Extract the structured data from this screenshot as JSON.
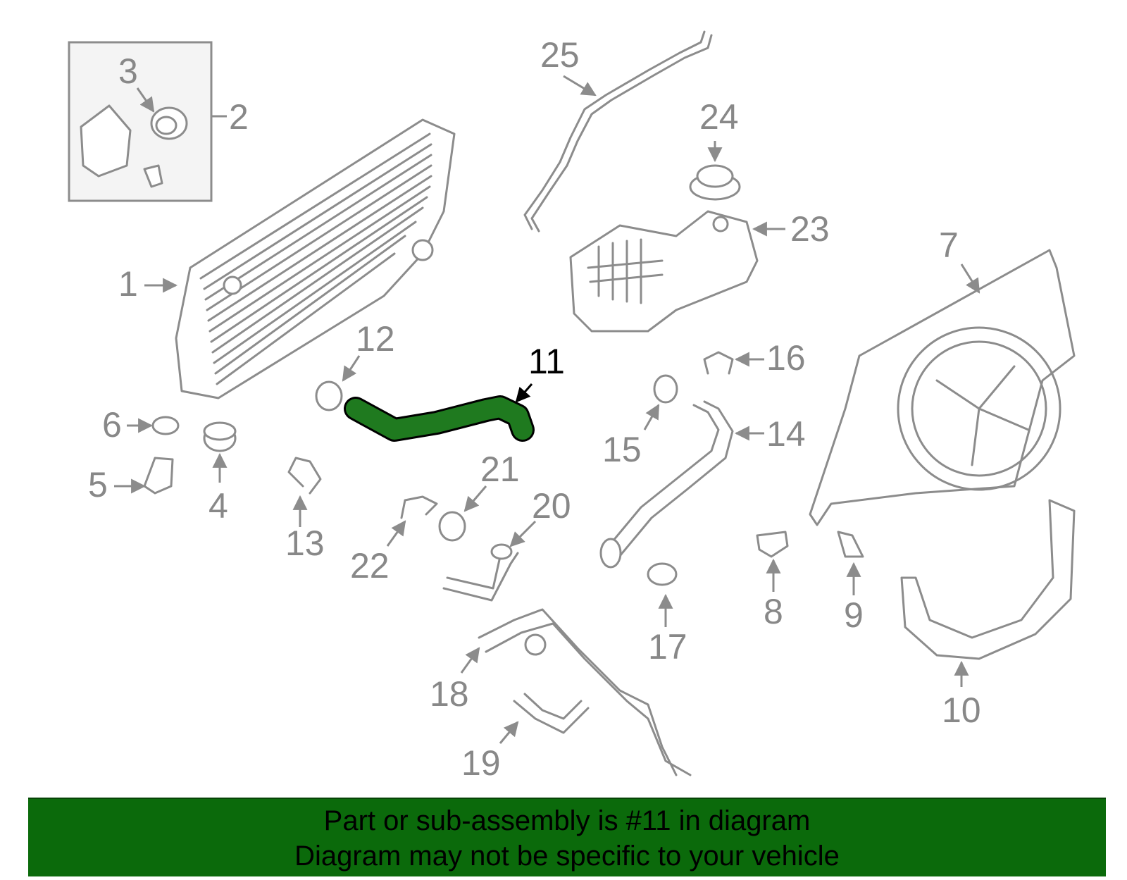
{
  "diagram": {
    "callouts": [
      "1",
      "2",
      "3",
      "4",
      "5",
      "6",
      "7",
      "8",
      "9",
      "10",
      "11",
      "12",
      "13",
      "14",
      "15",
      "16",
      "17",
      "18",
      "19",
      "20",
      "21",
      "22",
      "23",
      "24",
      "25"
    ],
    "highlighted_callout": "11",
    "highlight_color": "#1f7a1f",
    "line_color": "#8c8c8c"
  },
  "banner": {
    "line1": "Part or sub-assembly is #11 in diagram",
    "line2": "Diagram may not be specific to your vehicle",
    "background": "#0b6a0b"
  }
}
